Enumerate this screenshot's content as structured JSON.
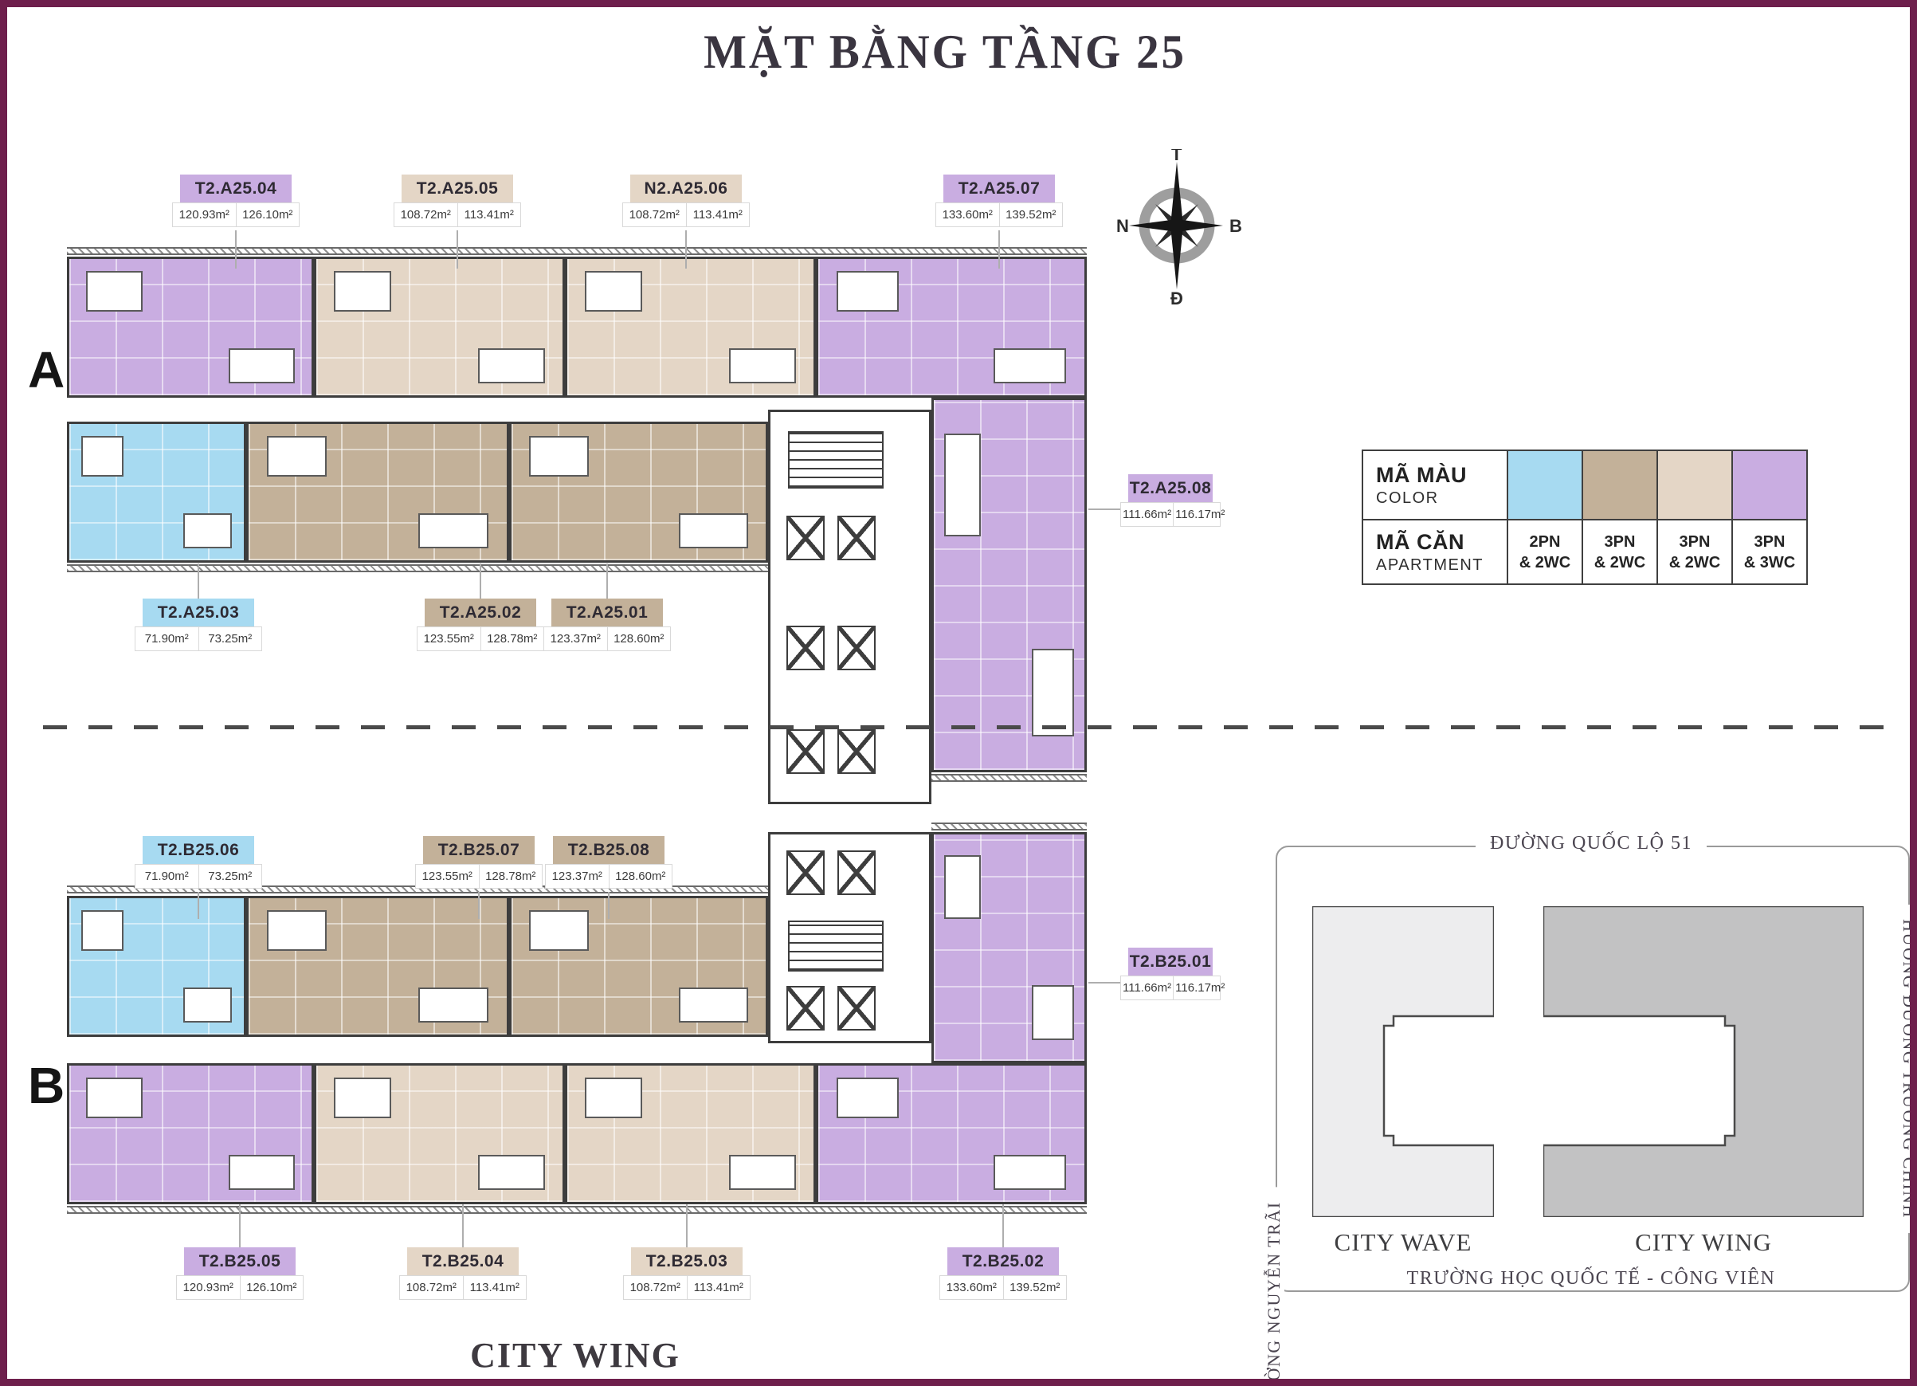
{
  "title": "MẶT BẰNG TẦNG 25",
  "wing_a_letter": "A",
  "wing_b_letter": "B",
  "compass": {
    "north": "T",
    "east": "B",
    "south": "Đ",
    "west": "N"
  },
  "colors": {
    "purple": "#C9ADE1",
    "cream": "#E4D6C6",
    "tan": "#C3B199",
    "blue": "#A7DAF1",
    "wall": "#3d3d3d",
    "frame_border": "#6E1F4C"
  },
  "units": {
    "a04": {
      "code": "T2.A25.04",
      "area_wall": "120.93m²",
      "area_total": "126.10m²"
    },
    "a05": {
      "code": "T2.A25.05",
      "area_wall": "108.72m²",
      "area_total": "113.41m²"
    },
    "a06": {
      "code": "N2.A25.06",
      "area_wall": "108.72m²",
      "area_total": "113.41m²"
    },
    "a07": {
      "code": "T2.A25.07",
      "area_wall": "133.60m²",
      "area_total": "139.52m²"
    },
    "a08": {
      "code": "T2.A25.08",
      "area_wall": "111.66m²",
      "area_total": "116.17m²"
    },
    "a03": {
      "code": "T2.A25.03",
      "area_wall": "71.90m²",
      "area_total": "73.25m²"
    },
    "a02": {
      "code": "T2.A25.02",
      "area_wall": "123.55m²",
      "area_total": "128.78m²"
    },
    "a01": {
      "code": "T2.A25.01",
      "area_wall": "123.37m²",
      "area_total": "128.60m²"
    },
    "b06": {
      "code": "T2.B25.06",
      "area_wall": "71.90m²",
      "area_total": "73.25m²"
    },
    "b07": {
      "code": "T2.B25.07",
      "area_wall": "123.55m²",
      "area_total": "128.78m²"
    },
    "b08": {
      "code": "T2.B25.08",
      "area_wall": "123.37m²",
      "area_total": "128.60m²"
    },
    "b01": {
      "code": "T2.B25.01",
      "area_wall": "111.66m²",
      "area_total": "116.17m²"
    },
    "b05": {
      "code": "T2.B25.05",
      "area_wall": "120.93m²",
      "area_total": "126.10m²"
    },
    "b04": {
      "code": "T2.B25.04",
      "area_wall": "108.72m²",
      "area_total": "113.41m²"
    },
    "b03": {
      "code": "T2.B25.03",
      "area_wall": "108.72m²",
      "area_total": "113.41m²"
    },
    "b02": {
      "code": "T2.B25.02",
      "area_wall": "133.60m²",
      "area_total": "139.52m²"
    }
  },
  "legend": {
    "color_label": "MÃ MÀU",
    "color_sublabel": "COLOR",
    "apartment_label": "MÃ CĂN",
    "apartment_sublabel": "APARTMENT",
    "types": [
      {
        "name": "2PN & 2WC",
        "line1": "2PN",
        "line2": "& 2WC",
        "color": "#A7DAF1"
      },
      {
        "name": "3PN & 2WC",
        "line1": "3PN",
        "line2": "& 2WC",
        "color": "#C3B199"
      },
      {
        "name": "3PN & 2WC",
        "line1": "3PN",
        "line2": "& 2WC",
        "color": "#E4D6C6"
      },
      {
        "name": "3PN & 3WC",
        "line1": "3PN",
        "line2": "& 3WC",
        "color": "#C9ADE1"
      }
    ]
  },
  "site_plan": {
    "road_top": "ĐƯỜNG QUỐC LỘ 51",
    "road_left": "ĐƯỜNG NGUYỄN TRÃI",
    "road_right": "HƯỚNG ĐƯỜNG TRƯỜNG CHINH",
    "road_bottom": "TRƯỜNG HỌC QUỐC TẾ - CÔNG VIÊN",
    "building_left": "CITY WAVE",
    "building_right": "CITY WING",
    "wave_fill": "#EDEDEE",
    "wing_fill": "#C2C2C3"
  },
  "footer_label": "CITY WING"
}
